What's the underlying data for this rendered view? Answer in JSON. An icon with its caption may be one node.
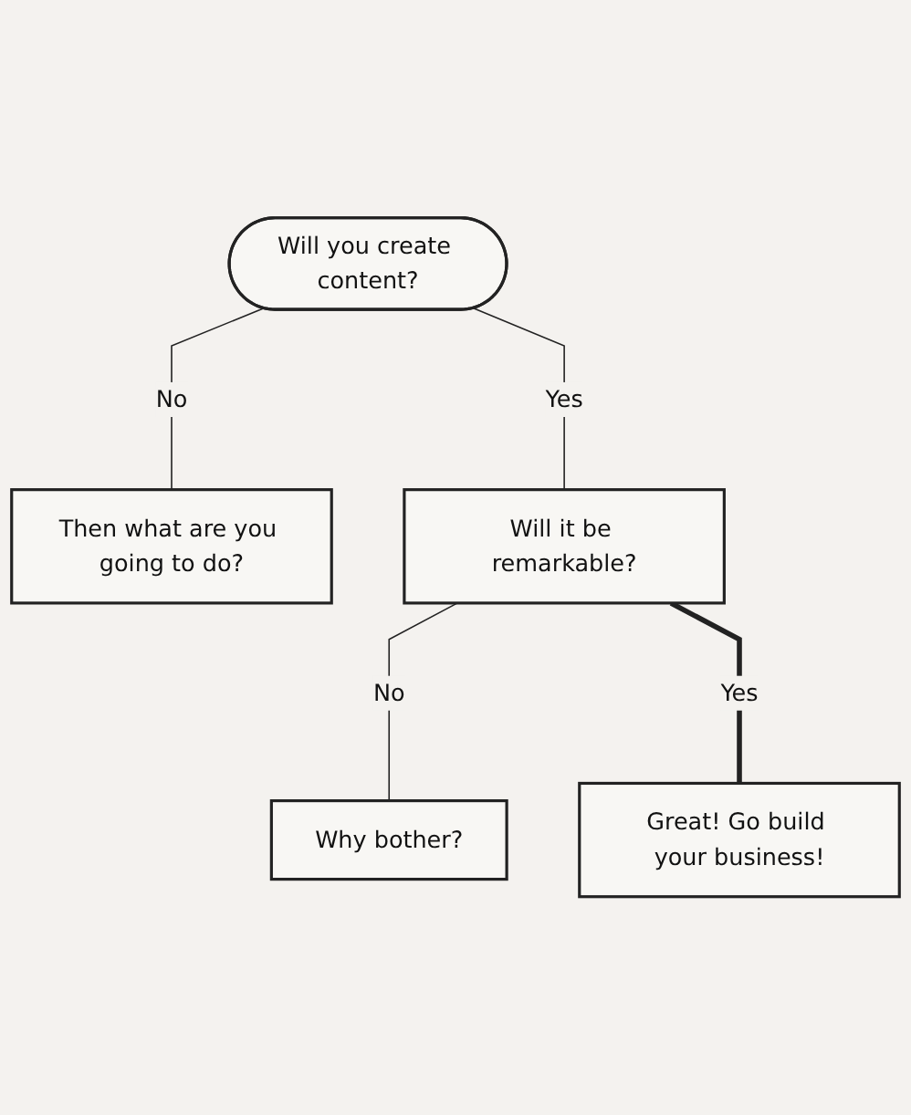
{
  "diagram": {
    "nodes": [
      {
        "text": [
          "Will you create content?"
        ]
      },
      {
        "text": [
          "Then what are you going to do?"
        ]
      },
      {
        "text": [
          "Will it be remarkable?"
        ]
      },
      {
        "text": [
          "Why bother?"
        ]
      },
      {
        "text": [
          "Great! Go build your business!"
        ]
      }
    ],
    "edges": [
      {
        "from": 0,
        "to": 1,
        "arrow": "none",
        "label": "No"
      },
      {
        "from": 0,
        "to": 2,
        "arrow": "none",
        "label": "Yes"
      },
      {
        "from": 2,
        "to": 3,
        "arrow": "none",
        "label": "No"
      },
      {
        "from": 2,
        "to": 4,
        "arrow": "none",
        "label": "Yes",
        "style": "thick"
      }
    ]
  }
}
